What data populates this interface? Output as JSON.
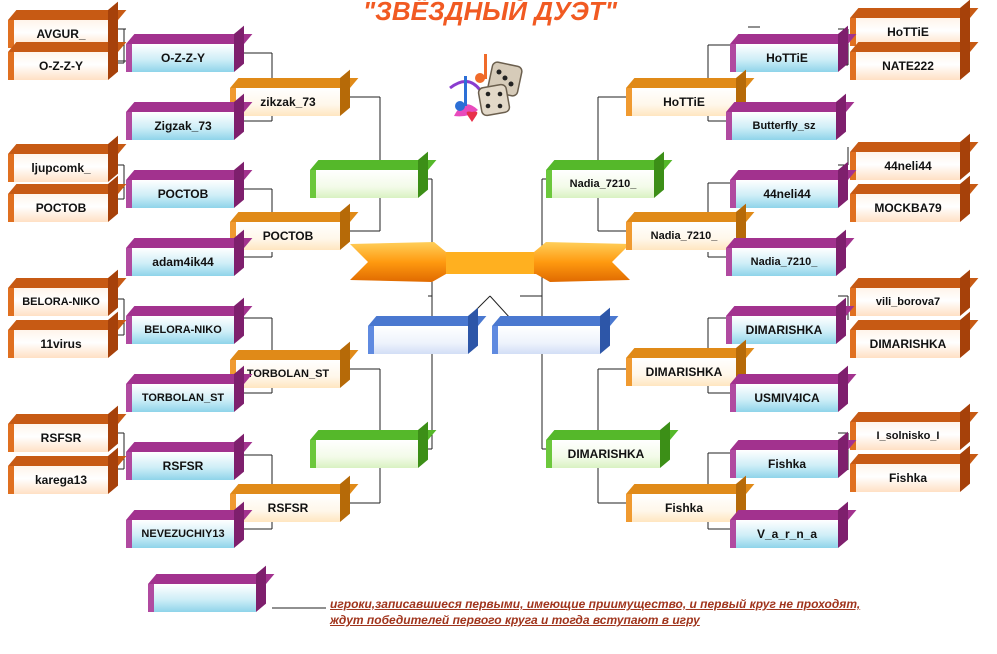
{
  "title": "\"ЗВЁЗДНЫЙ ДУЭТ\"",
  "note": {
    "line1": "игроки,записавшиеся первыми, имеющие приимущество, и первый круг не проходят,",
    "line2": "ждут победителей первого круга и тогда вступают в игру"
  },
  "legend_label": "",
  "boxes": [
    {
      "name": "AVGUR_",
      "theme": "orange"
    },
    {
      "name": "O-Z-Z-Y",
      "theme": "orange"
    },
    {
      "name": "O-Z-Z-Y",
      "theme": "purple"
    },
    {
      "name": "zikzak_73",
      "theme": "gold"
    },
    {
      "name": "Zigzak_73",
      "theme": "purple"
    },
    {
      "name": "ljupcomk_",
      "theme": "orange"
    },
    {
      "name": "РОСТОВ",
      "theme": "orange"
    },
    {
      "name": "РОСТОВ",
      "theme": "purple"
    },
    {
      "name": "РОСТОВ",
      "theme": "gold"
    },
    {
      "name": "adam4ik44",
      "theme": "purple"
    },
    {
      "name": "",
      "theme": "green"
    },
    {
      "name": "BELORA-NIKO",
      "theme": "orange"
    },
    {
      "name": "11virus",
      "theme": "orange"
    },
    {
      "name": "BELORA-NIKO",
      "theme": "purple"
    },
    {
      "name": "TORBOLAN_ST",
      "theme": "gold"
    },
    {
      "name": "TORBOLAN_ST",
      "theme": "purple"
    },
    {
      "name": "RSFSR",
      "theme": "orange"
    },
    {
      "name": "karega13",
      "theme": "orange"
    },
    {
      "name": "RSFSR",
      "theme": "purple"
    },
    {
      "name": "RSFSR",
      "theme": "gold"
    },
    {
      "name": "NEVEZUCHIY13",
      "theme": "purple"
    },
    {
      "name": "",
      "theme": "green"
    },
    {
      "name": "",
      "theme": "blue"
    },
    {
      "name": "",
      "theme": "blue"
    },
    {
      "name": "HoTTiE",
      "theme": "orange"
    },
    {
      "name": "NATE222",
      "theme": "orange"
    },
    {
      "name": "HoTTiE",
      "theme": "purple"
    },
    {
      "name": "HoTTiE",
      "theme": "gold"
    },
    {
      "name": "Butterfly_sz",
      "theme": "purple"
    },
    {
      "name": "44neli44",
      "theme": "orange"
    },
    {
      "name": "MOCKBA79",
      "theme": "orange"
    },
    {
      "name": "44neli44",
      "theme": "purple"
    },
    {
      "name": "Nadia_7210_",
      "theme": "gold"
    },
    {
      "name": "Nadia_7210_",
      "theme": "purple"
    },
    {
      "name": "Nadia_7210_",
      "theme": "green"
    },
    {
      "name": "vili_borova7",
      "theme": "orange"
    },
    {
      "name": "DIMARISHKA",
      "theme": "orange"
    },
    {
      "name": "DIMARISHKA",
      "theme": "purple"
    },
    {
      "name": "DIMARISHKA",
      "theme": "gold"
    },
    {
      "name": "USMIV4ICA",
      "theme": "purple"
    },
    {
      "name": "DIMARISHKA",
      "theme": "green"
    },
    {
      "name": "I_solnisko_I",
      "theme": "orange"
    },
    {
      "name": "Fishka",
      "theme": "orange"
    },
    {
      "name": "Fishka",
      "theme": "purple"
    },
    {
      "name": "Fishka",
      "theme": "gold"
    },
    {
      "name": "V_a_r_n_a",
      "theme": "purple"
    },
    {
      "name": "",
      "theme": "purple"
    }
  ]
}
